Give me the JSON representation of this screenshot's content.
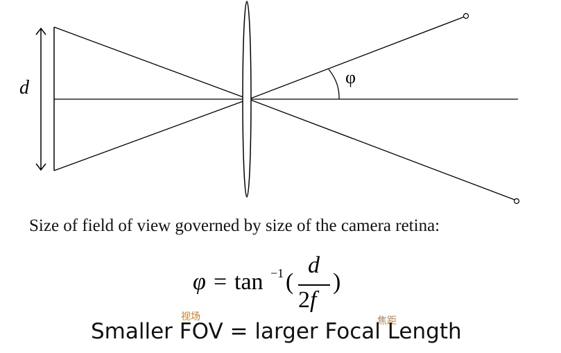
{
  "diagram": {
    "d_label": "d",
    "angle_label": "φ"
  },
  "caption": "Size of field of view governed by size of the camera retina:",
  "formula": {
    "lhs": "φ",
    "equals": "=",
    "func": "tan",
    "exponent": "−1",
    "open_paren": "(",
    "numerator": "d",
    "denominator_coeff": "2",
    "denominator_var": "f",
    "close_paren": ")"
  },
  "annotations": {
    "fov_chinese": "视场",
    "focal_length_chinese": "焦距"
  },
  "statement": "Smaller FOV = larger Focal Length"
}
